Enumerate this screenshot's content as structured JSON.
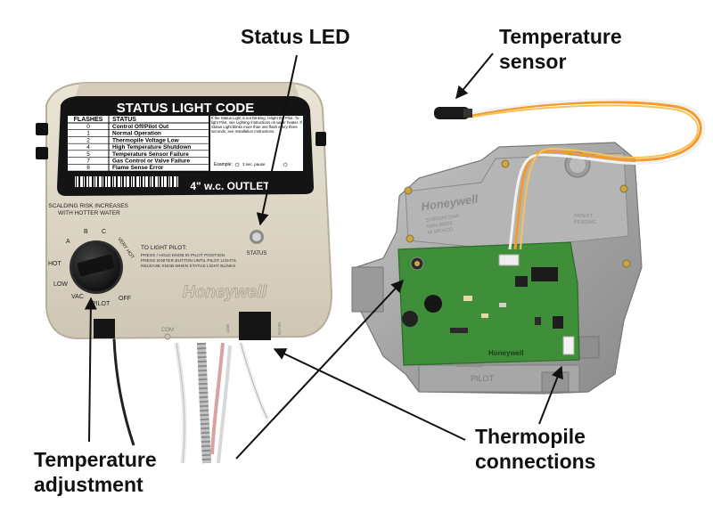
{
  "callouts": {
    "status_led": "Status LED",
    "temperature_sensor": "Temperature\nsensor",
    "temperature_adjustment": "Temperature\nadjustment",
    "thermopile_connections": "Thermopile\nconnections"
  },
  "status_light_code": {
    "title": "STATUS LIGHT CODE",
    "col_flashes": "FLASHES",
    "col_status": "STATUS",
    "rows": [
      {
        "flashes": "0",
        "status": "Control Off/Pilot Out"
      },
      {
        "flashes": "1",
        "status": "Normal Operation"
      },
      {
        "flashes": "2",
        "status": "Thermopile Voltage Low"
      },
      {
        "flashes": "4",
        "status": "High Temperature Shutdown"
      },
      {
        "flashes": "5",
        "status": "Temperature Sensor Failure"
      },
      {
        "flashes": "7",
        "status": "Gas Control or Valve Failure"
      },
      {
        "flashes": "8",
        "status": "Flame Sense Error"
      }
    ],
    "instructions": "If the Status Light is not blinking, relight the Pilot. To light Pilot, see Lighting Instructions on water heater. If Status Light blinks more than one flash every three seconds, see Installation Instructions.",
    "example_label": "Example:",
    "example_timing": "3 sec. pause",
    "outlet": "4\" w.c. OUTLET"
  },
  "control_panel": {
    "scalding_warning": "SCALDING RISK INCREASES\nWITH HOTTER WATER",
    "pilot_title": "TO LIGHT PILOT:",
    "pilot_steps": "PRESS / HOLD KNOB IN PILOT POSITION\nPRESS IGNITER BUTTON UNTIL PILOT LIGHTS\nRELEASE KNOB WHEN STATUS LIGHT BLINKS",
    "status_label": "STATUS",
    "brand": "Honeywell",
    "knob_labels": {
      "hot": "HOT",
      "a": "A",
      "b": "B",
      "c": "C",
      "very_hot": "VERY HOT",
      "low": "LOW",
      "vac": "VAC",
      "pilot": "PILOT",
      "off": "OFF"
    },
    "com_label": "COM",
    "red_label": "RED",
    "white_label": "WHITE"
  },
  "valve_body": {
    "brand": "Honeywell",
    "pcb_brand": "Honeywell",
    "pilot_label": "PILOT",
    "patent_label": "PATENT\nPENDING",
    "model_text": "SV9502H 2546\n0604 MADE\nIN MEXICO"
  },
  "colors": {
    "housing": "#dfd8c8",
    "label_bg": "#111111",
    "knob": "#1a1a1a",
    "metal": "#a6a6a6",
    "pcb": "#3f8f3a",
    "wire_orange": "#f39a2a",
    "wire_white": "#f2f2f2"
  }
}
